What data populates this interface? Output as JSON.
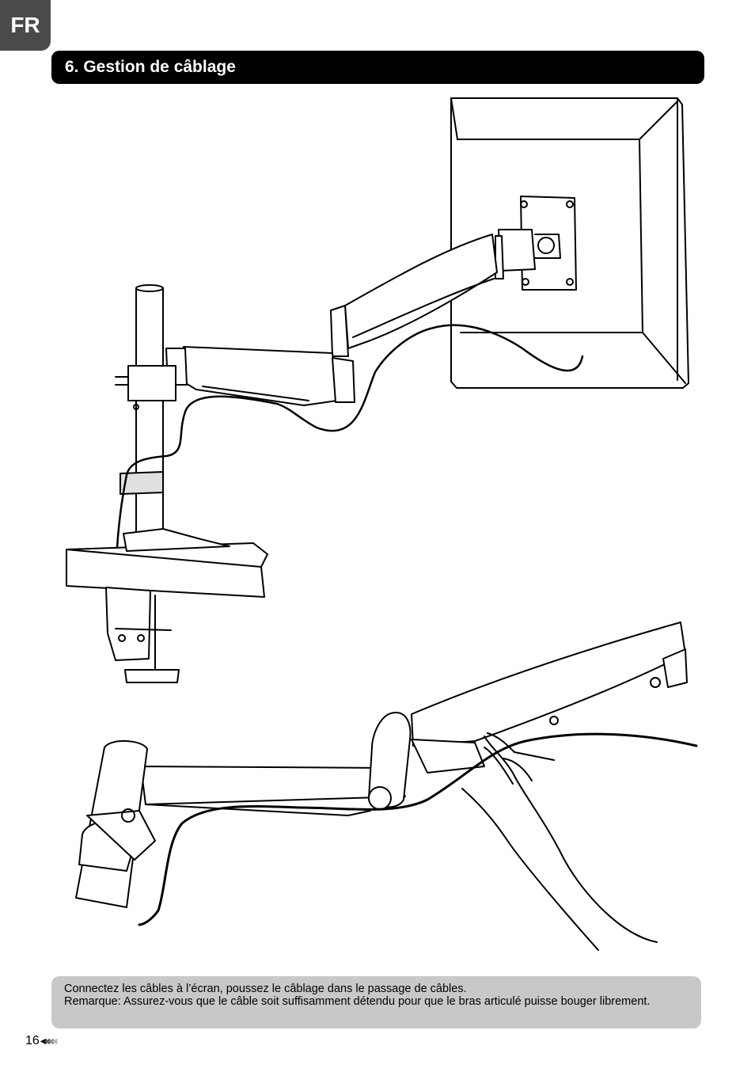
{
  "page": {
    "language_tab": "FR",
    "section_title": "6. Gestion de câblage",
    "note_line1": "Connectez les câbles à l’écran, poussez le câblage dans le passage de câbles.",
    "note_line2": "Remarque: Assurez-vous que le câble soit suffisamment détendu pour que le bras articulé puisse bouger librement.",
    "page_number": "16"
  },
  "icons": {
    "page_arrows": "double-left-arrows-icon"
  }
}
